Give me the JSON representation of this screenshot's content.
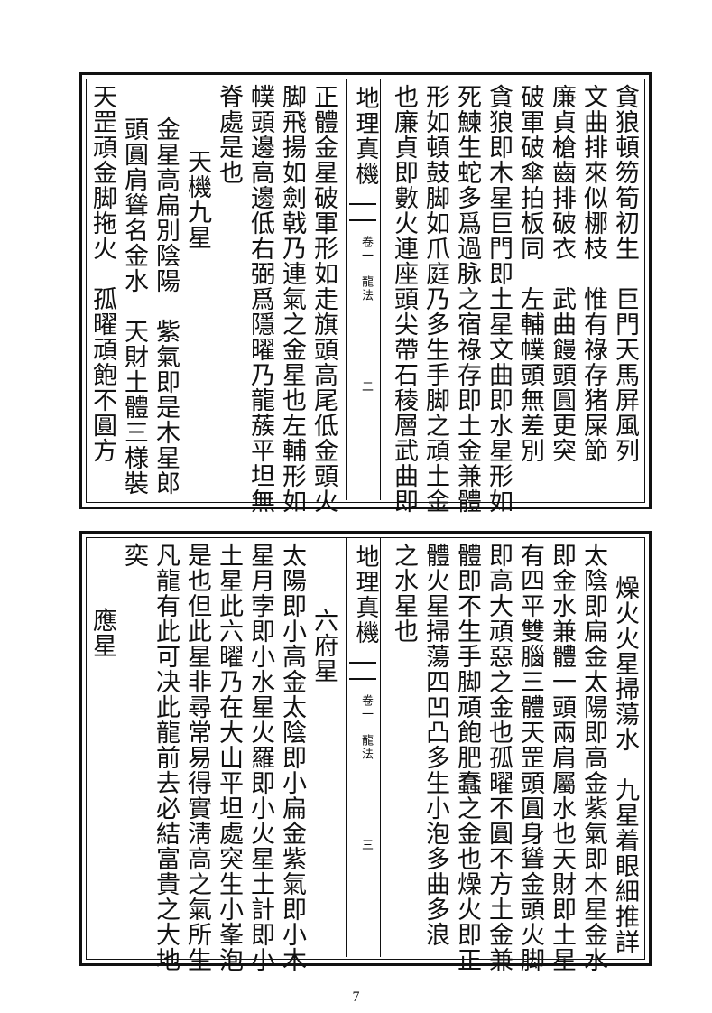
{
  "top_page": {
    "margin_title": "地理真機",
    "margin_volume": "卷一",
    "margin_section": "龍法",
    "margin_page": "二",
    "right_columns": [
      "貪狼頓笏筍初生　巨門天馬屏風列",
      "文曲排來似梛枝　惟有祿存猪屎節",
      "廉貞槍齒排破衣　武曲饅頭圓更突",
      "破軍破傘拍板同　左輔幞頭無差別",
      "貪狼即木星巨門即土星文曲即水星形如",
      "死鰊生蛇多爲過脉之宿祿存即土金兼體",
      "形如頓鼓脚如爪庭乃多生手脚之頑土金",
      "也廉貞即數火連座頭尖帶石稜層武曲即"
    ],
    "left_columns": [
      "正體金星破軍形如走旗頭高尾低金頭火",
      "脚飛揚如劍戟乃連氣之金星也左輔形如",
      "幞頭邊高邊低右弼爲隱曜乃龍蔟平坦無",
      "脊處是也",
      "天機九星",
      "金星高扁別陰陽　紫氣即是木星郎",
      "頭圓肩聳名金水　天財土體三様裝",
      "天罡頑金脚拖火　孤曜頑飽不圓方"
    ]
  },
  "bottom_page": {
    "margin_title": "地理真機",
    "margin_volume": "卷一",
    "margin_section": "龍法",
    "margin_page": "三",
    "right_columns": [
      "燥火火星掃蕩水　九星着眼細推詳",
      "太陰即扁金太陽即高金紫氣即木星金水",
      "即金水兼體一頭兩肩屬水也天財即土星",
      "有四平雙腦三體天罡頭圓身聳金頭火脚",
      "即高大頑惡之金也孤曜不圓不方土金兼",
      "體即不生手脚頑飽肥蠢之金也燥火即正",
      "體火星掃蕩四凹凸多生小泡多曲多浪",
      "之水星也"
    ],
    "left_columns": [
      "六府星",
      "太陽即小高金太陰即小扁金紫氣即小木",
      "星月孛即小水星火羅即小火星土計即小",
      "土星此六曜乃在大山平坦處突生小峯泡",
      "是也但此星非尋常易得實淸高之氣所生",
      "凡龍有此可决此龍前去必結富貴之大地",
      "奕",
      "應星"
    ]
  },
  "page_number": "7"
}
